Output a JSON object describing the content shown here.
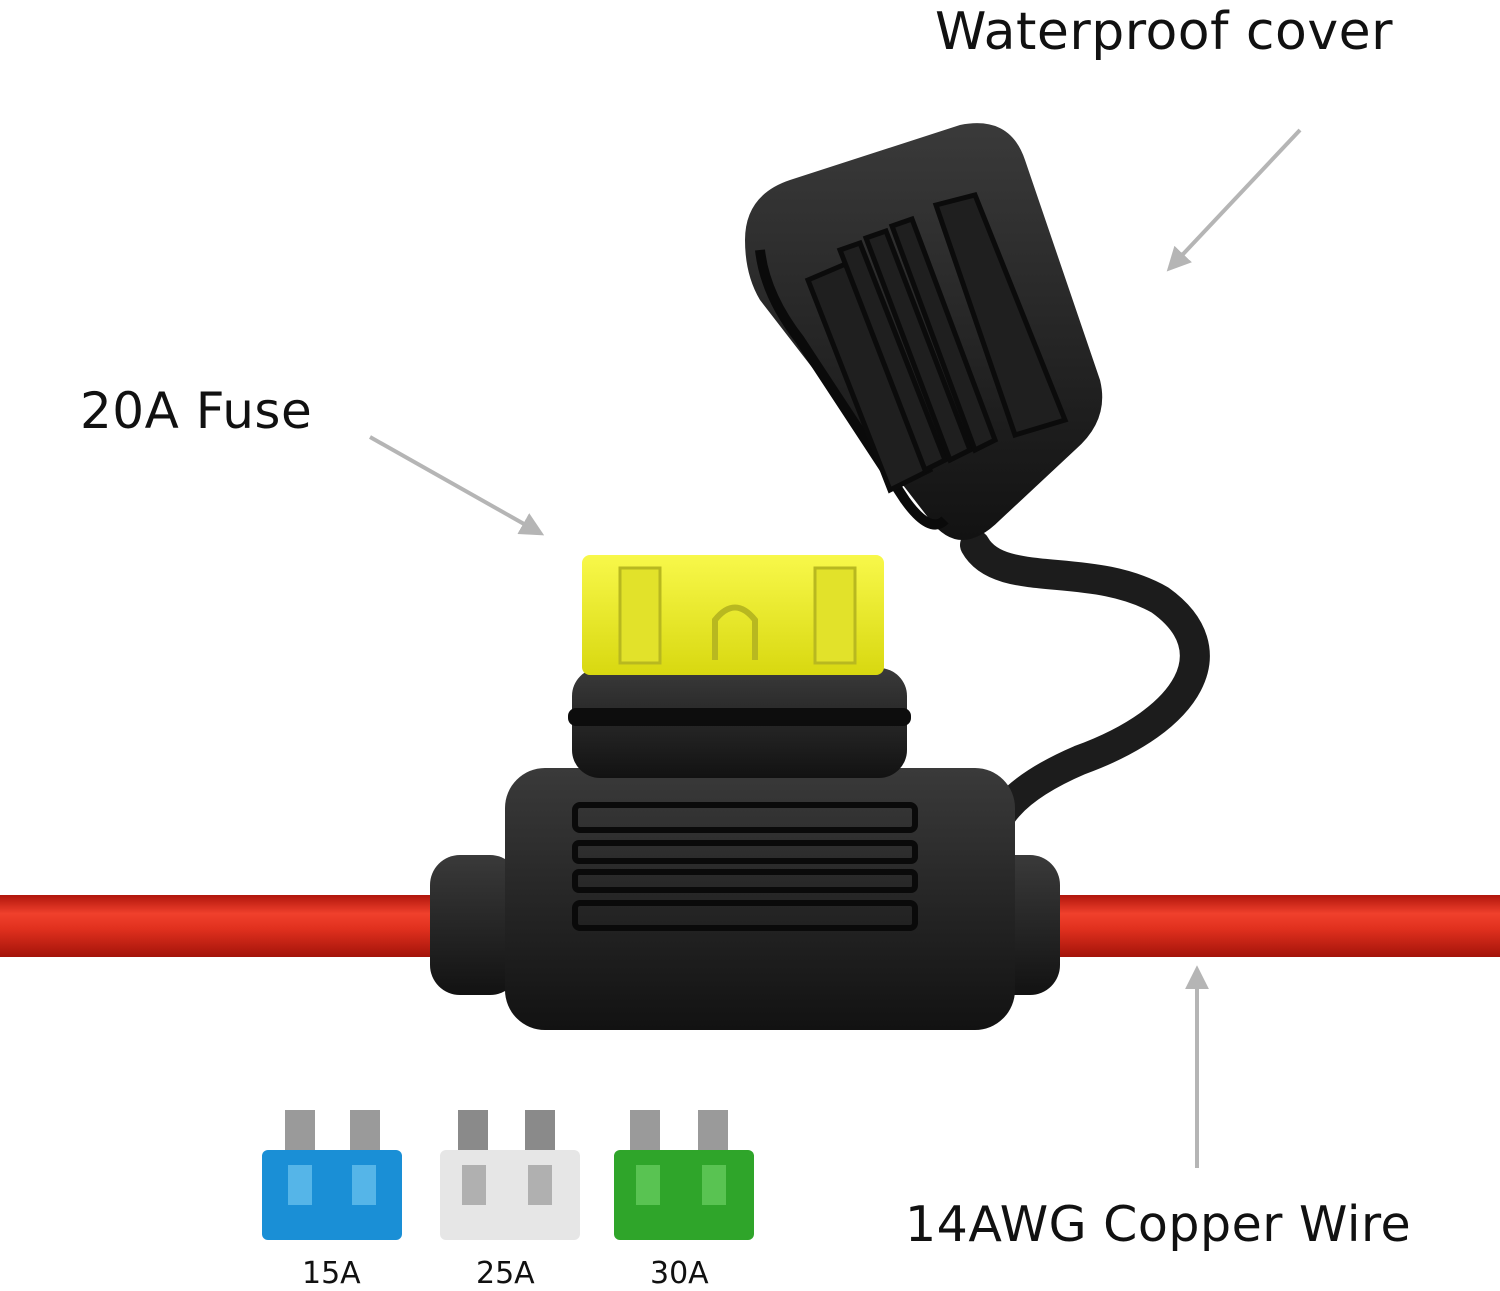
{
  "labels": {
    "cover": "Waterproof cover",
    "fuse": "20A Fuse",
    "wire": "14AWG Copper Wire"
  },
  "spare_fuses": [
    {
      "label": "15A",
      "color": "#1a8fd6"
    },
    {
      "label": "25A",
      "color": "#e6e6e6"
    },
    {
      "label": "30A",
      "color": "#2fa52a"
    }
  ],
  "colors": {
    "wire": "#e0301e",
    "holder": "#1b1b1b",
    "main_fuse": "#f2f21c",
    "arrow": "#b5b5b5"
  }
}
